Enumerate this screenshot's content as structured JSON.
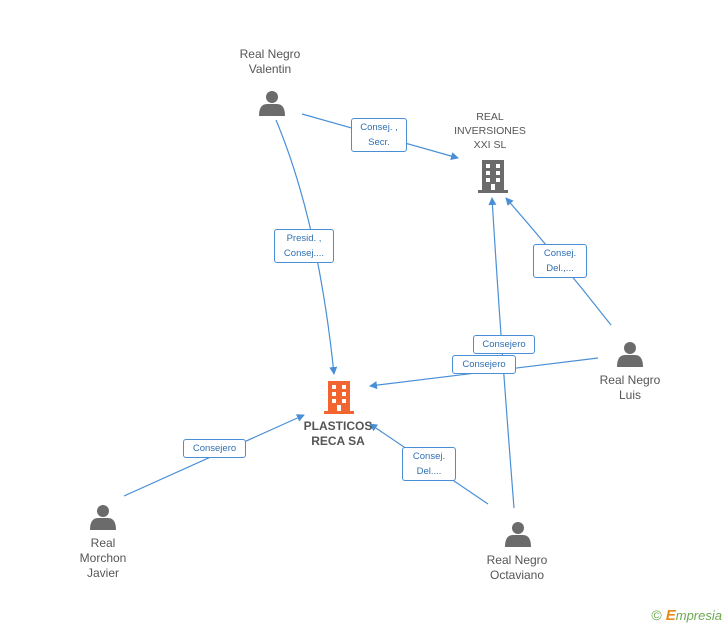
{
  "nodes": {
    "valentin": {
      "label": "Real Negro\nValentin",
      "type": "person"
    },
    "inversiones": {
      "label": "REAL\nINVERSIONES\nXXI  SL",
      "type": "company"
    },
    "plasticos": {
      "label": "PLASTICOS\nRECA SA",
      "type": "company-focus"
    },
    "luis": {
      "label": "Real Negro\nLuis",
      "type": "person"
    },
    "javier": {
      "label": "Real\nMorchon\nJavier",
      "type": "person"
    },
    "octaviano": {
      "label": "Real Negro\nOctaviano",
      "type": "person"
    }
  },
  "edges": {
    "valentin_inversiones": "Consej. ,\nSecr.",
    "valentin_plasticos": "Presid. ,\nConsej....",
    "luis_inversiones": "Consej.\nDel.,...",
    "octaviano_inversiones": "Consejero",
    "luis_plasticos": "Consejero",
    "javier_plasticos": "Consejero",
    "octaviano_plasticos": "Consej.\nDel...."
  },
  "colors": {
    "edge": "#4a8fd6",
    "person_icon": "#6b6b6b",
    "company_icon": "#6b6b6b",
    "focus_icon": "#f26430"
  },
  "brand": {
    "copyright": "©",
    "e": "E",
    "rest": "mpresia"
  }
}
